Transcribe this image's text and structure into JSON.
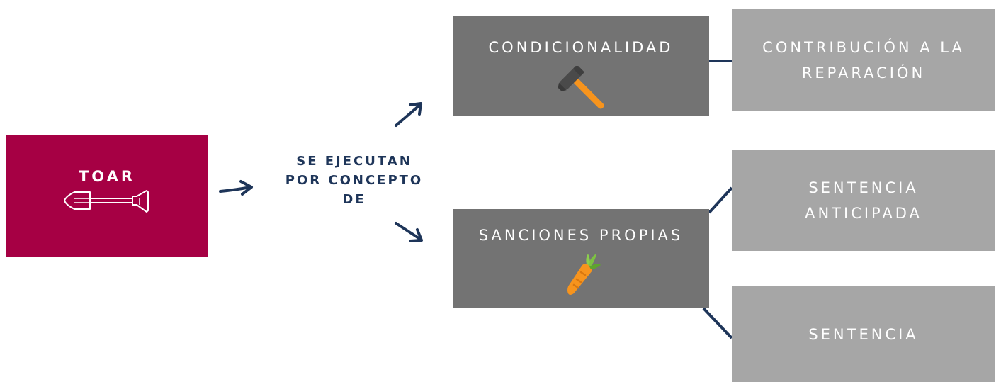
{
  "colors": {
    "toar_bg": "#a60044",
    "dark_gray": "#737373",
    "light_gray": "#a6a6a6",
    "navy": "#1e3559"
  },
  "toar": {
    "label": "TOAR",
    "icon": "shovel-icon"
  },
  "middle": {
    "line1": "SE EJECUTAN",
    "line2": "POR CONCEPTO",
    "line3": "DE"
  },
  "condicionalidad": {
    "label": "CONDICIONALIDAD",
    "icon": "hammer-icon"
  },
  "sanciones": {
    "label": "SANCIONES PROPIAS",
    "icon": "carrot-icon"
  },
  "contribucion": {
    "line1": "CONTRIBUCIÓN A LA",
    "line2": "REPARACIÓN"
  },
  "anticipada": {
    "line1": "SENTENCIA",
    "line2": "ANTICIPADA"
  },
  "sentencia": {
    "label": "SENTENCIA"
  }
}
